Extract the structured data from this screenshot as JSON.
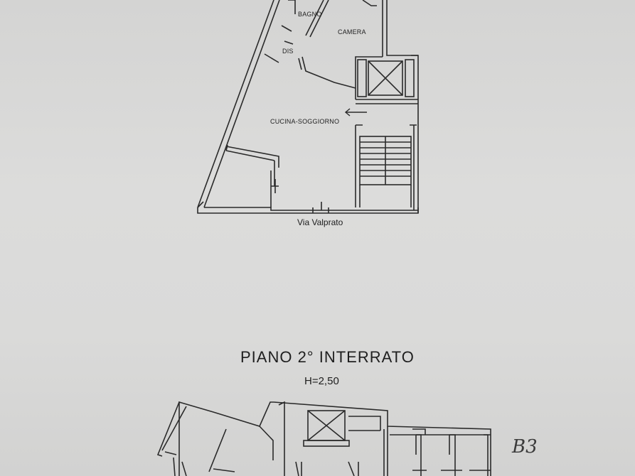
{
  "upper_plan": {
    "rooms": {
      "bagno": "BAGNO",
      "camera": "CAMERA",
      "dis": "DIS",
      "cucina_soggiorno": "CUCINA-SOGGIORNO"
    },
    "street": "Via Valprato"
  },
  "lower_plan": {
    "title": "PIANO 2° INTERRATO",
    "height": "H=2,50",
    "unit_tag": "B3"
  },
  "colors": {
    "paper": "#d9d9d8",
    "ink": "#2a2a2a"
  }
}
